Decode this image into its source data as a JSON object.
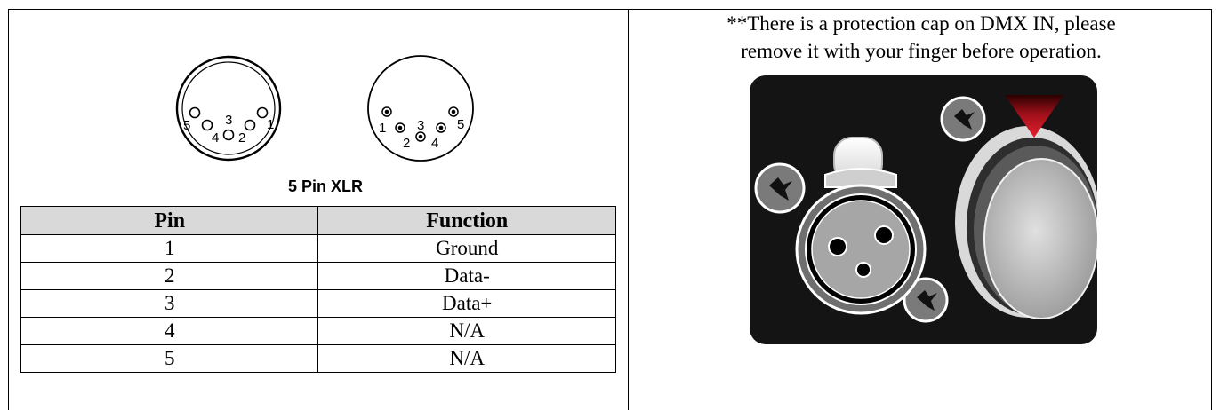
{
  "xlr": {
    "caption": "5 Pin XLR",
    "male_pin_labels": [
      "5",
      "3",
      "1",
      "4",
      "2"
    ],
    "female_pin_labels": [
      "1",
      "3",
      "5",
      "2",
      "4"
    ]
  },
  "table": {
    "headers": [
      "Pin",
      "Function"
    ],
    "rows": [
      [
        "1",
        "Ground"
      ],
      [
        "2",
        "Data-"
      ],
      [
        "3",
        "Data+"
      ],
      [
        "4",
        "N/A"
      ],
      [
        "5",
        "N/A"
      ]
    ]
  },
  "note": {
    "line1": "**There is a protection cap on DMX IN, please",
    "line2": "remove it with your finger before operation."
  },
  "colors": {
    "header_bg": "#d9d9d9",
    "photo_bg": "#141414",
    "arrow_red": "#c4121f"
  }
}
